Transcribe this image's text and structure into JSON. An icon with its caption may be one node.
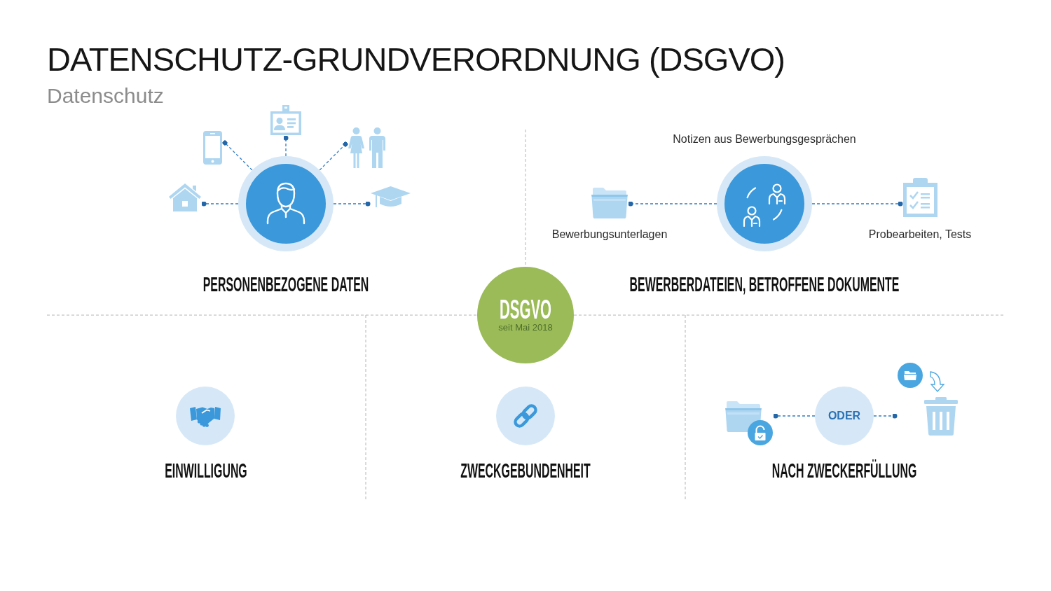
{
  "diagram": {
    "title": "DATENSCHUTZ-GRUNDVERORDNUNG (DSGVO)",
    "nodes": [
      {
        "text": [],
        "shape": "circle"
      },
      {
        "text": [],
        "shape": "picture"
      },
      {
        "text": [],
        "shape": "picture"
      },
      {
        "text": [],
        "shape": "picture"
      },
      {
        "text": [],
        "shape": "picture"
      },
      {
        "text": [],
        "shape": "picture"
      },
      {
        "text": [],
        "shape": "circle",
        "beside": [
          "Notizen aus Bewerbungsgesprächen"
        ]
      },
      {
        "text": [],
        "shape": "picture",
        "beside": [
          "Bewerbungsunterlagen"
        ]
      },
      {
        "text": [],
        "shape": "picture",
        "beside": [
          "Probearbeiten, Tests"
        ]
      },
      {
        "text": [
          "DSGVO",
          "seit Mai 2018"
        ]
      },
      {
        "text": [],
        "shape": "picture"
      },
      {
        "text": [
          "ODER"
        ]
      },
      {
        "text": [],
        "shape": "picture"
      }
    ],
    "edges": [
      {
        "from": 0,
        "to": 1,
        "arrow": "other",
        "style": "dashed"
      },
      {
        "from": 0,
        "to": 2,
        "arrow": "other",
        "style": "dashed"
      },
      {
        "from": 0,
        "to": 3,
        "arrow": "other",
        "style": "dashed"
      },
      {
        "from": 0,
        "to": 4,
        "arrow": "other",
        "style": "dashed"
      },
      {
        "from": 0,
        "to": 5,
        "arrow": "other",
        "style": "dashed"
      },
      {
        "from": 6,
        "to": 7,
        "arrow": "other",
        "style": "dashed"
      },
      {
        "from": 6,
        "to": 8,
        "arrow": "other",
        "style": "dashed"
      },
      {
        "from": 11,
        "to": 10,
        "arrow": "other",
        "style": "dashed"
      },
      {
        "from": 11,
        "to": 12,
        "arrow": "other",
        "style": "dashed"
      }
    ],
    "labels": [
      "Datenschutz",
      "PERSONENBEZOGENE DATEN",
      "BEWERBERDATEIEN, BETROFFENE DOKUMENTE",
      "EINWILLIGUNG",
      "ZWECKGEBUNDENHEIT",
      "NACH ZWECKERFÜLLUNG"
    ]
  }
}
